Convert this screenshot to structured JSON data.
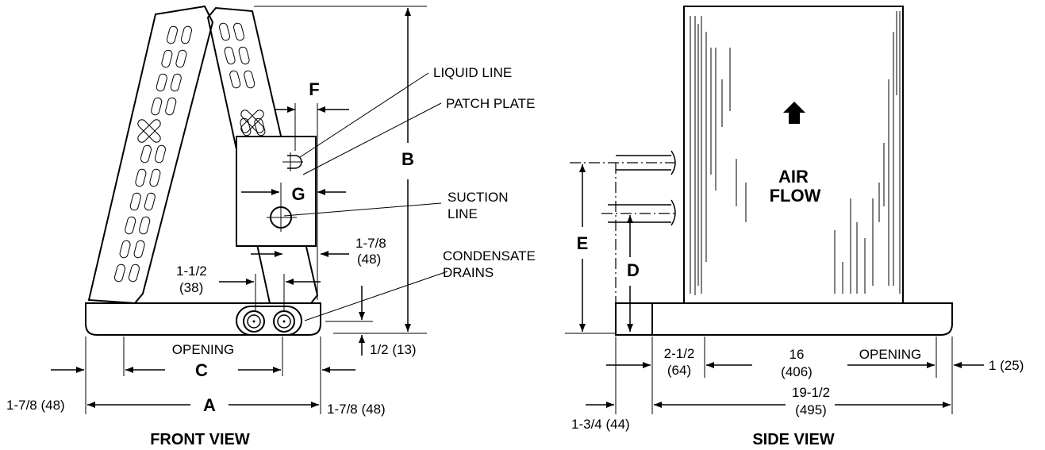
{
  "front_view": {
    "title": "FRONT VIEW",
    "labels": {
      "liquid_line": "LIQUID LINE",
      "patch_plate": "PATCH PLATE",
      "suction_line_1": "SUCTION",
      "suction_line_2": "LINE",
      "condensate_1": "CONDENSATE",
      "condensate_2": "DRAINS",
      "opening": "OPENING"
    },
    "letters": {
      "a": "A",
      "b": "B",
      "c": "C",
      "f": "F",
      "g": "G"
    },
    "dims": {
      "right_pipe_1": "1-7/8",
      "right_pipe_2": "(48)",
      "drain_1": "1-1/2",
      "drain_2": "(38)",
      "bottom_right": "1/2 (13)",
      "left_edge": "1-7/8 (48)",
      "right_edge": "1-7/8 (48)"
    }
  },
  "side_view": {
    "title": "SIDE VIEW",
    "air_1": "AIR",
    "air_2": "FLOW",
    "opening": "OPENING",
    "letters": {
      "d": "D",
      "e": "E"
    },
    "dims": {
      "left_1": "2-1/2",
      "left_2": "(64)",
      "mid_1": "16",
      "mid_2": "(406)",
      "right": "1 (25)",
      "total_1": "19-1/2",
      "total_2": "(495)",
      "offset": "1-3/4 (44)"
    }
  }
}
